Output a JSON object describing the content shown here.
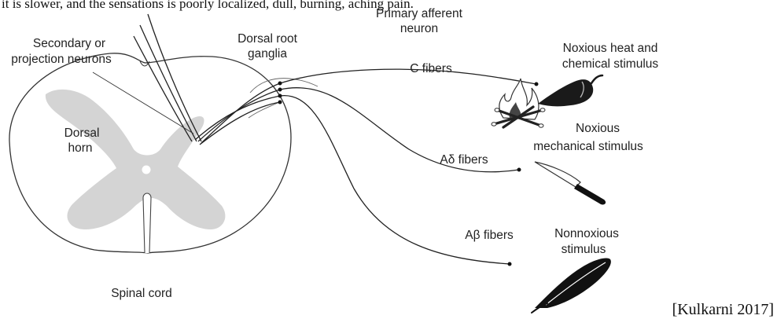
{
  "header_text": "it is slower, and the sensations is poorly localized, dull, burning, aching pain.",
  "labels": {
    "primary_afferent_line1": "Primary afferent",
    "primary_afferent_line2": "neuron",
    "secondary_line1": "Secondary or",
    "secondary_line2": "projection neurons",
    "drg_line1": "Dorsal root",
    "drg_line2": "ganglia",
    "c_fibers": "C fibers",
    "heat_line1": "Noxious heat and",
    "heat_line2": "chemical stimulus",
    "mech_line1": "Noxious",
    "mech_line2": "mechanical stimulus",
    "adelta_fibers": "Aδ fibers",
    "dorsal_horn_line1": "Dorsal",
    "dorsal_horn_line2": "horn",
    "abeta_fibers": "Aβ fibers",
    "nonnoxious_line1": "Nonnoxious",
    "nonnoxious_line2": "stimulus",
    "spinal_cord": "Spinal cord"
  },
  "citation": "[Kulkarni 2017]",
  "colors": {
    "grey_matter": "#d4d4d4",
    "outline": "#333333",
    "pepper": "#1a1a1a",
    "flame": "#444444"
  },
  "icons": [
    "campfire-icon",
    "chili-pepper-icon",
    "knife-icon",
    "feather-icon"
  ]
}
